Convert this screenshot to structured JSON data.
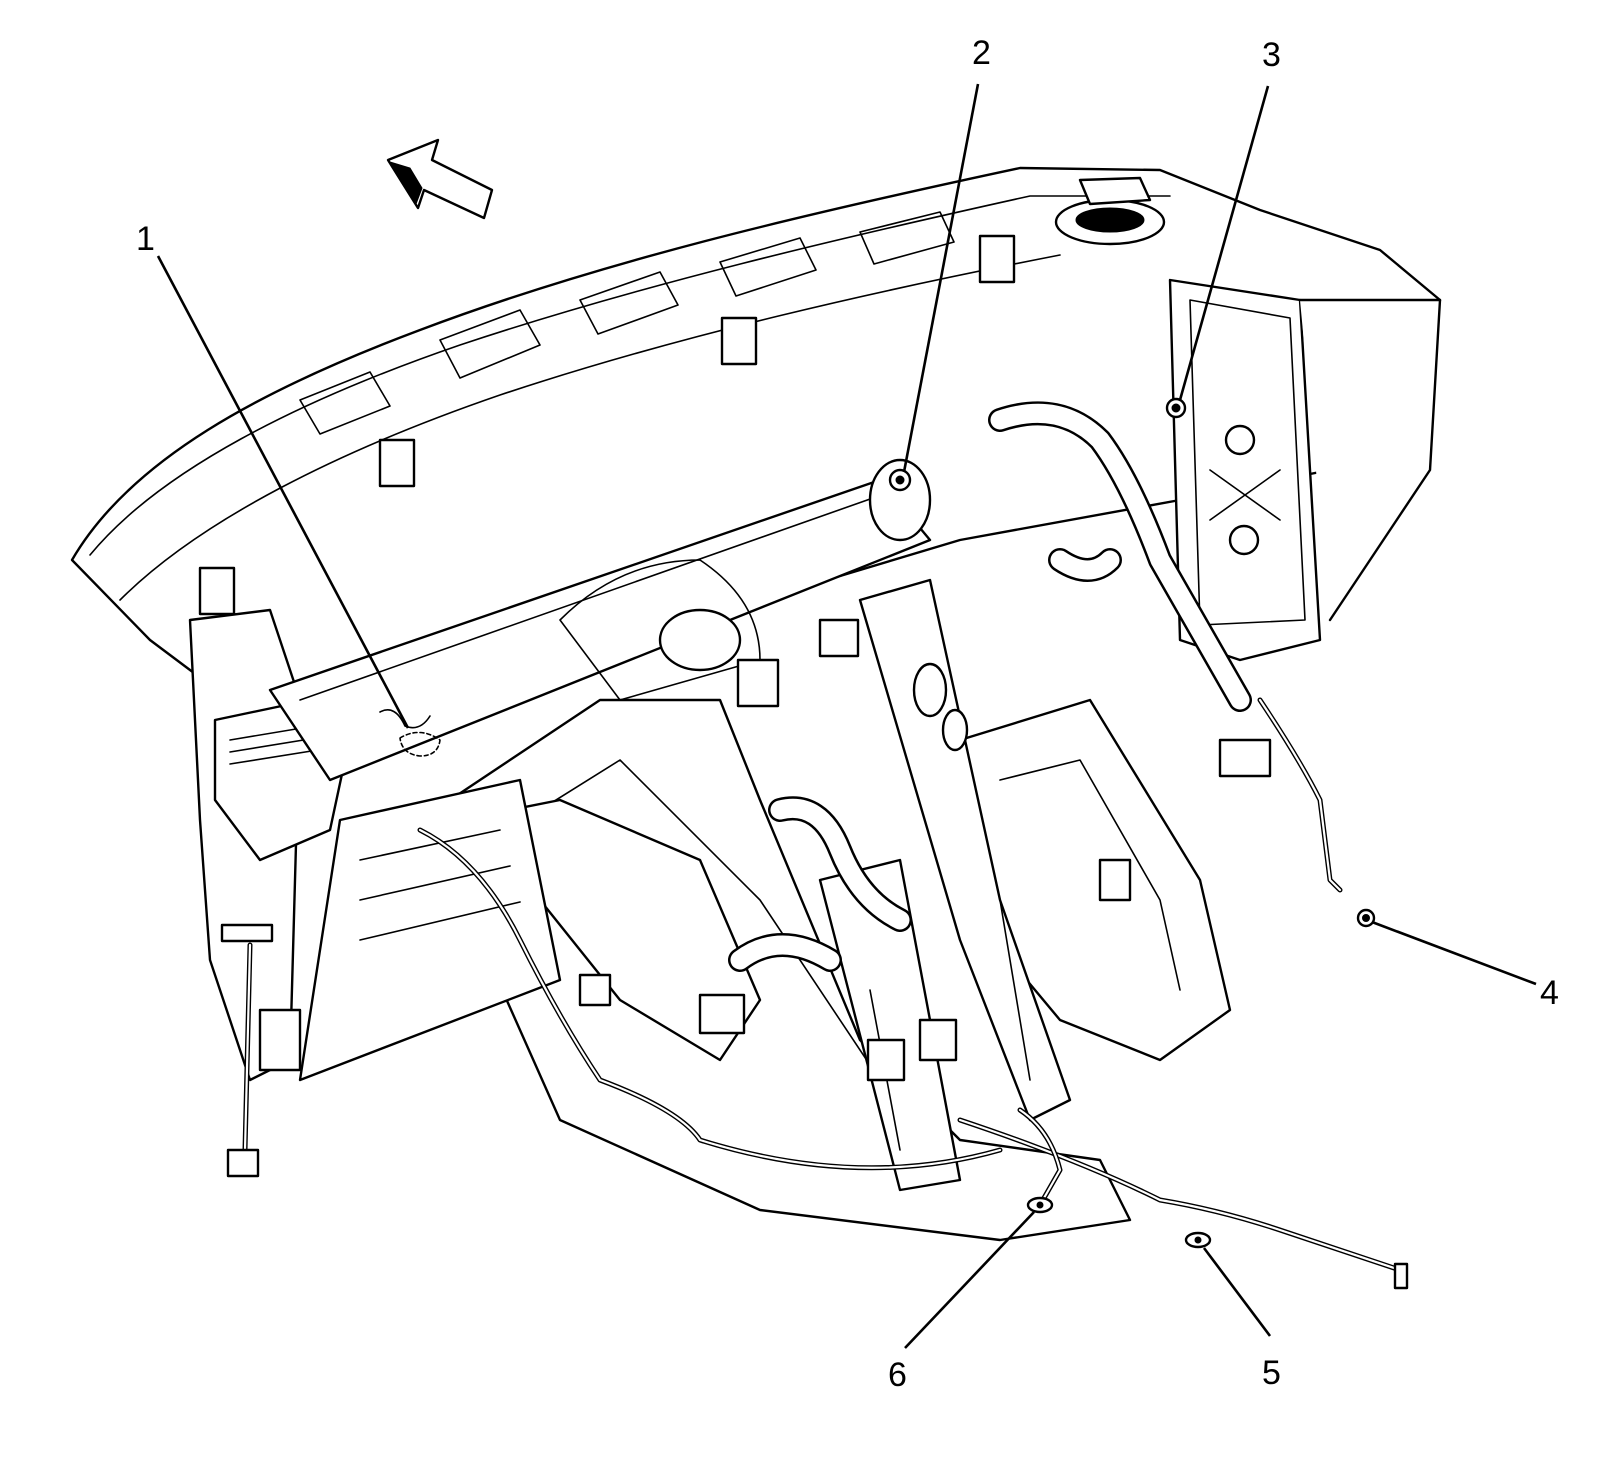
{
  "figure": {
    "callouts": [
      {
        "id": "1",
        "label": "1"
      },
      {
        "id": "2",
        "label": "2"
      },
      {
        "id": "3",
        "label": "3"
      },
      {
        "id": "4",
        "label": "4"
      },
      {
        "id": "5",
        "label": "5"
      },
      {
        "id": "6",
        "label": "6"
      }
    ],
    "front_arrow_icon": "front-direction-arrow-icon"
  }
}
